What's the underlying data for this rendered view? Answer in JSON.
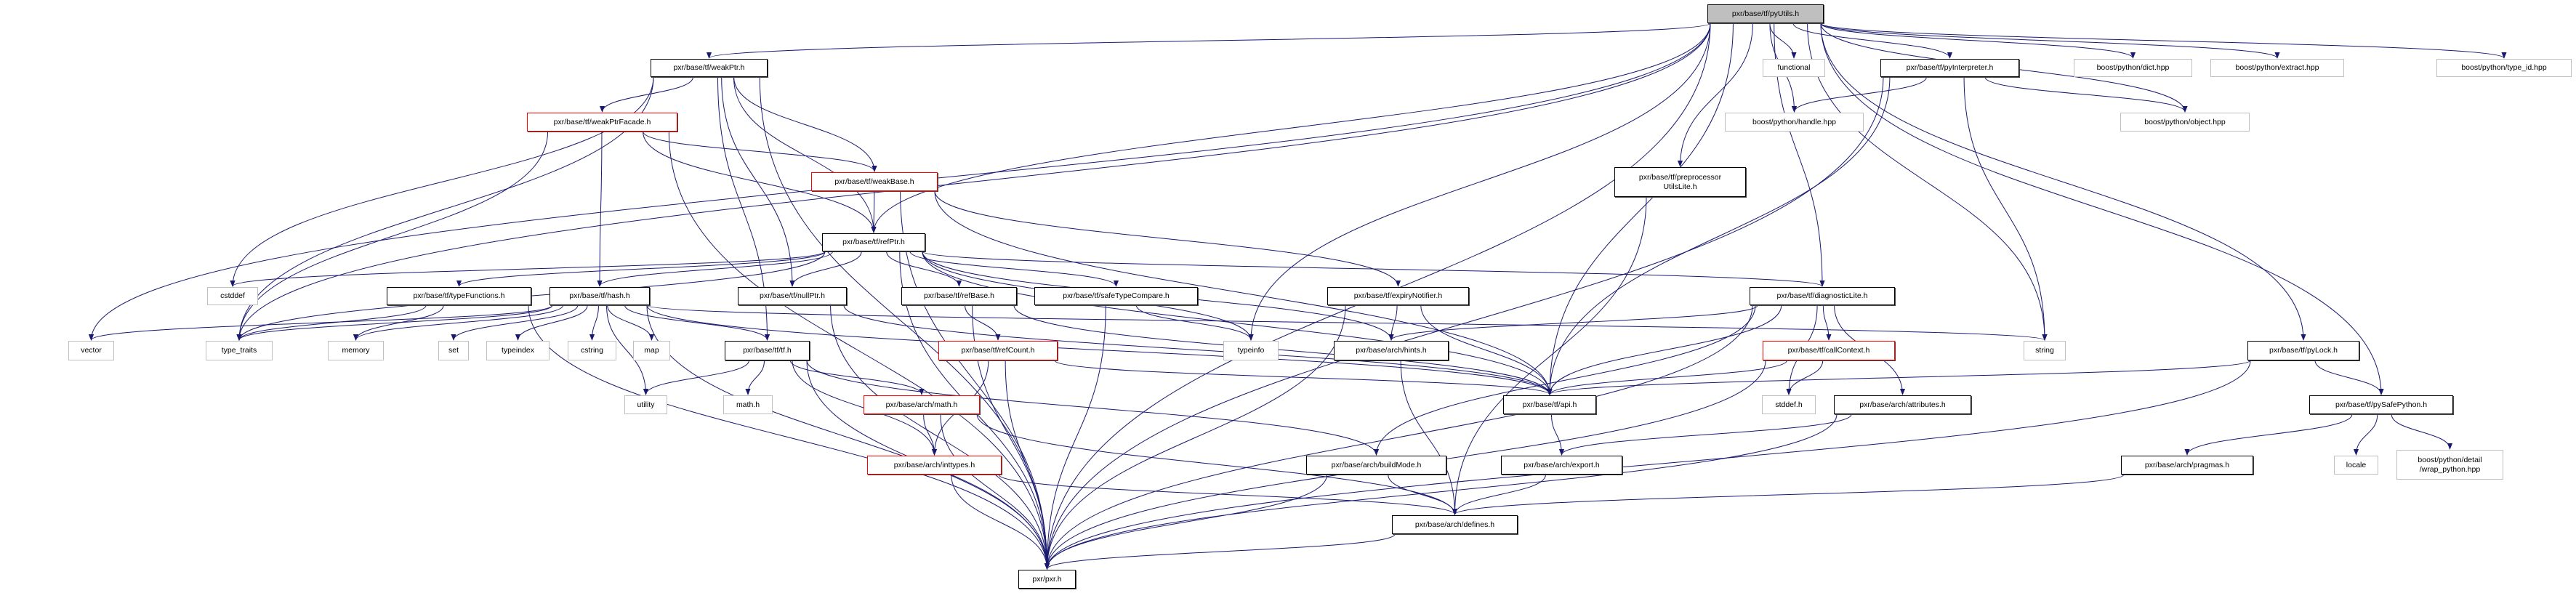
{
  "graph": {
    "title": "pxr/base/tf/pyUtils.h",
    "edge_color": "#191970",
    "nodes": [
      {
        "id": "pyUtils",
        "label": "pxr/base/tf/pyUtils.h",
        "kind": "root"
      },
      {
        "id": "weakPtr",
        "label": "pxr/base/tf/weakPtr.h",
        "kind": "doc"
      },
      {
        "id": "functional",
        "label": "functional",
        "kind": "ext"
      },
      {
        "id": "pyInterpreter",
        "label": "pxr/base/tf/pyInterpreter.h",
        "kind": "doc"
      },
      {
        "id": "dict",
        "label": "boost/python/dict.hpp",
        "kind": "ext"
      },
      {
        "id": "extract",
        "label": "boost/python/extract.hpp",
        "kind": "ext"
      },
      {
        "id": "typeid",
        "label": "boost/python/type_id.hpp",
        "kind": "ext"
      },
      {
        "id": "weakPtrFacade",
        "label": "pxr/base/tf/weakPtrFacade.h",
        "kind": "red"
      },
      {
        "id": "handle",
        "label": "boost/python/handle.hpp",
        "kind": "ext"
      },
      {
        "id": "object",
        "label": "boost/python/object.hpp",
        "kind": "ext"
      },
      {
        "id": "weakBase",
        "label": "pxr/base/tf/weakBase.h",
        "kind": "red"
      },
      {
        "id": "preproc",
        "label": "pxr/base/tf/preprocessor\nUtilsLite.h",
        "kind": "doc"
      },
      {
        "id": "refPtr",
        "label": "pxr/base/tf/refPtr.h",
        "kind": "doc"
      },
      {
        "id": "cstddef",
        "label": "cstddef",
        "kind": "ext"
      },
      {
        "id": "typeFunctions",
        "label": "pxr/base/tf/typeFunctions.h",
        "kind": "doc"
      },
      {
        "id": "hash",
        "label": "pxr/base/tf/hash.h",
        "kind": "doc"
      },
      {
        "id": "nullPtr",
        "label": "pxr/base/tf/nullPtr.h",
        "kind": "doc"
      },
      {
        "id": "refBase",
        "label": "pxr/base/tf/refBase.h",
        "kind": "doc"
      },
      {
        "id": "safeTypeCompare",
        "label": "pxr/base/tf/safeTypeCompare.h",
        "kind": "doc"
      },
      {
        "id": "expiryNotifier",
        "label": "pxr/base/tf/expiryNotifier.h",
        "kind": "doc"
      },
      {
        "id": "diagnosticLite",
        "label": "pxr/base/tf/diagnosticLite.h",
        "kind": "doc"
      },
      {
        "id": "vector",
        "label": "vector",
        "kind": "ext"
      },
      {
        "id": "type_traits",
        "label": "type_traits",
        "kind": "ext"
      },
      {
        "id": "memory",
        "label": "memory",
        "kind": "ext"
      },
      {
        "id": "set",
        "label": "set",
        "kind": "ext"
      },
      {
        "id": "typeindex",
        "label": "typeindex",
        "kind": "ext"
      },
      {
        "id": "cstring",
        "label": "cstring",
        "kind": "ext"
      },
      {
        "id": "map",
        "label": "map",
        "kind": "ext"
      },
      {
        "id": "tf",
        "label": "pxr/base/tf/tf.h",
        "kind": "doc"
      },
      {
        "id": "refCount",
        "label": "pxr/base/tf/refCount.h",
        "kind": "red"
      },
      {
        "id": "typeinfo",
        "label": "typeinfo",
        "kind": "ext"
      },
      {
        "id": "hints",
        "label": "pxr/base/arch/hints.h",
        "kind": "doc"
      },
      {
        "id": "callContext",
        "label": "pxr/base/tf/callContext.h",
        "kind": "red"
      },
      {
        "id": "string",
        "label": "string",
        "kind": "ext"
      },
      {
        "id": "pyLock",
        "label": "pxr/base/tf/pyLock.h",
        "kind": "doc"
      },
      {
        "id": "utility",
        "label": "utility",
        "kind": "ext"
      },
      {
        "id": "mathh",
        "label": "math.h",
        "kind": "ext"
      },
      {
        "id": "archMath",
        "label": "pxr/base/arch/math.h",
        "kind": "red"
      },
      {
        "id": "api",
        "label": "pxr/base/tf/api.h",
        "kind": "doc"
      },
      {
        "id": "stddef",
        "label": "stddef.h",
        "kind": "ext"
      },
      {
        "id": "attributes",
        "label": "pxr/base/arch/attributes.h",
        "kind": "doc"
      },
      {
        "id": "pySafePython",
        "label": "pxr/base/tf/pySafePython.h",
        "kind": "doc"
      },
      {
        "id": "inttypes",
        "label": "pxr/base/arch/inttypes.h",
        "kind": "red"
      },
      {
        "id": "buildMode",
        "label": "pxr/base/arch/buildMode.h",
        "kind": "doc"
      },
      {
        "id": "export",
        "label": "pxr/base/arch/export.h",
        "kind": "doc"
      },
      {
        "id": "pragmas",
        "label": "pxr/base/arch/pragmas.h",
        "kind": "doc"
      },
      {
        "id": "locale",
        "label": "locale",
        "kind": "ext"
      },
      {
        "id": "wrap",
        "label": "boost/python/detail\n/wrap_python.hpp",
        "kind": "ext"
      },
      {
        "id": "defines",
        "label": "pxr/base/arch/defines.h",
        "kind": "doc"
      },
      {
        "id": "pxr",
        "label": "pxr/pxr.h",
        "kind": "doc"
      }
    ],
    "edges": [
      [
        "pyUtils",
        "weakPtr"
      ],
      [
        "pyUtils",
        "refPtr"
      ],
      [
        "pyUtils",
        "vector"
      ],
      [
        "pyUtils",
        "type_traits"
      ],
      [
        "pyUtils",
        "pxr"
      ],
      [
        "pyUtils",
        "typeinfo"
      ],
      [
        "pyUtils",
        "api"
      ],
      [
        "pyUtils",
        "preproc"
      ],
      [
        "pyUtils",
        "diagnosticLite"
      ],
      [
        "pyUtils",
        "functional"
      ],
      [
        "pyUtils",
        "pyInterpreter"
      ],
      [
        "pyUtils",
        "handle"
      ],
      [
        "pyUtils",
        "dict"
      ],
      [
        "pyUtils",
        "extract"
      ],
      [
        "pyUtils",
        "object"
      ],
      [
        "pyUtils",
        "typeid"
      ],
      [
        "pyUtils",
        "string"
      ],
      [
        "pyUtils",
        "pyLock"
      ],
      [
        "pyUtils",
        "pySafePython"
      ],
      [
        "weakPtr",
        "weakPtrFacade"
      ],
      [
        "weakPtr",
        "weakBase"
      ],
      [
        "weakPtr",
        "refPtr"
      ],
      [
        "weakPtr",
        "cstddef"
      ],
      [
        "weakPtr",
        "type_traits"
      ],
      [
        "weakPtr",
        "pxr"
      ],
      [
        "weakPtr",
        "tf"
      ],
      [
        "weakPtr",
        "nullPtr"
      ],
      [
        "weakPtrFacade",
        "weakBase"
      ],
      [
        "weakPtrFacade",
        "refPtr"
      ],
      [
        "weakPtrFacade",
        "hash"
      ],
      [
        "weakPtrFacade",
        "pxr"
      ],
      [
        "weakPtrFacade",
        "type_traits"
      ],
      [
        "weakBase",
        "refPtr"
      ],
      [
        "weakBase",
        "expiryNotifier"
      ],
      [
        "weakBase",
        "api"
      ],
      [
        "weakBase",
        "pxr"
      ],
      [
        "refPtr",
        "typeFunctions"
      ],
      [
        "refPtr",
        "hash"
      ],
      [
        "refPtr",
        "nullPtr"
      ],
      [
        "refPtr",
        "refBase"
      ],
      [
        "refPtr",
        "safeTypeCompare"
      ],
      [
        "refPtr",
        "typeinfo"
      ],
      [
        "refPtr",
        "api"
      ],
      [
        "refPtr",
        "diagnosticLite"
      ],
      [
        "refPtr",
        "hints"
      ],
      [
        "refPtr",
        "cstddef"
      ],
      [
        "refPtr",
        "type_traits"
      ],
      [
        "refPtr",
        "pxr"
      ],
      [
        "hash",
        "vector"
      ],
      [
        "hash",
        "type_traits"
      ],
      [
        "hash",
        "memory"
      ],
      [
        "hash",
        "set"
      ],
      [
        "hash",
        "typeindex"
      ],
      [
        "hash",
        "cstring"
      ],
      [
        "hash",
        "map"
      ],
      [
        "hash",
        "tf"
      ],
      [
        "hash",
        "utility"
      ],
      [
        "hash",
        "string"
      ],
      [
        "hash",
        "api"
      ],
      [
        "hash",
        "pxr"
      ],
      [
        "typeFunctions",
        "memory"
      ],
      [
        "typeFunctions",
        "type_traits"
      ],
      [
        "typeFunctions",
        "pxr"
      ],
      [
        "nullPtr",
        "api"
      ],
      [
        "nullPtr",
        "pxr"
      ],
      [
        "tf",
        "utility"
      ],
      [
        "tf",
        "mathh"
      ],
      [
        "tf",
        "archMath"
      ],
      [
        "tf",
        "inttypes"
      ],
      [
        "tf",
        "buildMode"
      ],
      [
        "tf",
        "pxr"
      ],
      [
        "refBase",
        "refCount"
      ],
      [
        "refBase",
        "api"
      ],
      [
        "refBase",
        "pxr"
      ],
      [
        "refCount",
        "inttypes"
      ],
      [
        "refCount",
        "api"
      ],
      [
        "refCount",
        "pxr"
      ],
      [
        "safeTypeCompare",
        "typeinfo"
      ],
      [
        "safeTypeCompare",
        "pxr"
      ],
      [
        "expiryNotifier",
        "hints"
      ],
      [
        "expiryNotifier",
        "api"
      ],
      [
        "expiryNotifier",
        "pxr"
      ],
      [
        "archMath",
        "inttypes"
      ],
      [
        "archMath",
        "defines"
      ],
      [
        "archMath",
        "pxr"
      ],
      [
        "inttypes",
        "defines"
      ],
      [
        "inttypes",
        "pxr"
      ],
      [
        "hints",
        "defines"
      ],
      [
        "api",
        "export"
      ],
      [
        "export",
        "defines"
      ],
      [
        "buildMode",
        "defines"
      ],
      [
        "buildMode",
        "pxr"
      ],
      [
        "defines",
        "pxr"
      ],
      [
        "diagnosticLite",
        "callContext"
      ],
      [
        "diagnosticLite",
        "api"
      ],
      [
        "diagnosticLite",
        "hints"
      ],
      [
        "diagnosticLite",
        "buildMode"
      ],
      [
        "diagnosticLite",
        "stddef"
      ],
      [
        "diagnosticLite",
        "attributes"
      ],
      [
        "diagnosticLite",
        "pxr"
      ],
      [
        "callContext",
        "api"
      ],
      [
        "callContext",
        "stddef"
      ],
      [
        "callContext",
        "pxr"
      ],
      [
        "attributes",
        "export"
      ],
      [
        "attributes",
        "pxr"
      ],
      [
        "pyInterpreter",
        "handle"
      ],
      [
        "pyInterpreter",
        "object"
      ],
      [
        "pyInterpreter",
        "string"
      ],
      [
        "pyInterpreter",
        "api"
      ],
      [
        "pyInterpreter",
        "pxr"
      ],
      [
        "preproc",
        "defines"
      ],
      [
        "pyLock",
        "api"
      ],
      [
        "pyLock",
        "pySafePython"
      ],
      [
        "pyLock",
        "pxr"
      ],
      [
        "pySafePython",
        "pragmas"
      ],
      [
        "pySafePython",
        "locale"
      ],
      [
        "pySafePython",
        "wrap"
      ],
      [
        "pragmas",
        "defines"
      ]
    ]
  }
}
